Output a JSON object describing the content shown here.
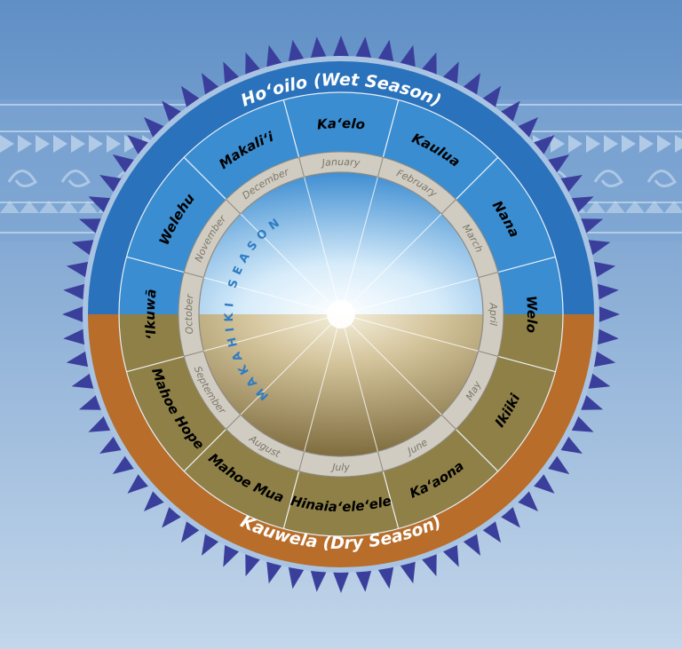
{
  "seasons": {
    "wet": "Hoʻoilo (Wet Season)",
    "dry": "Kauwela (Dry Season)"
  },
  "makahiki_season": "MAKAHIKI SEASON",
  "moons": [
    "Kaʻelo",
    "Kaulua",
    "Nana",
    "Welo",
    "Ikiiki",
    "Kaʻaona",
    "Hinaiaʻeleʻele",
    "Mahoe Mua",
    "Mahoe Hope",
    "ʻIkuwā",
    "Welehu",
    "Makaliʻi"
  ],
  "months": [
    "January",
    "February",
    "March",
    "April",
    "May",
    "June",
    "July",
    "August",
    "September",
    "October",
    "November",
    "December"
  ],
  "colors": {
    "sky_top": "#5f8fc6",
    "sky_bottom": "#c3d6ea",
    "wet_outer": "#2a72bb",
    "wet_moon": "#3a8dd0",
    "dry_outer": "#b86d2a",
    "dry_moon": "#8e8046",
    "month_ring": "#d1ccc2",
    "month_text": "#7a7668",
    "triangle": "#3b3f9c",
    "border_light": "#a9c4e2",
    "makahiki_text": "#2f7cc2"
  }
}
